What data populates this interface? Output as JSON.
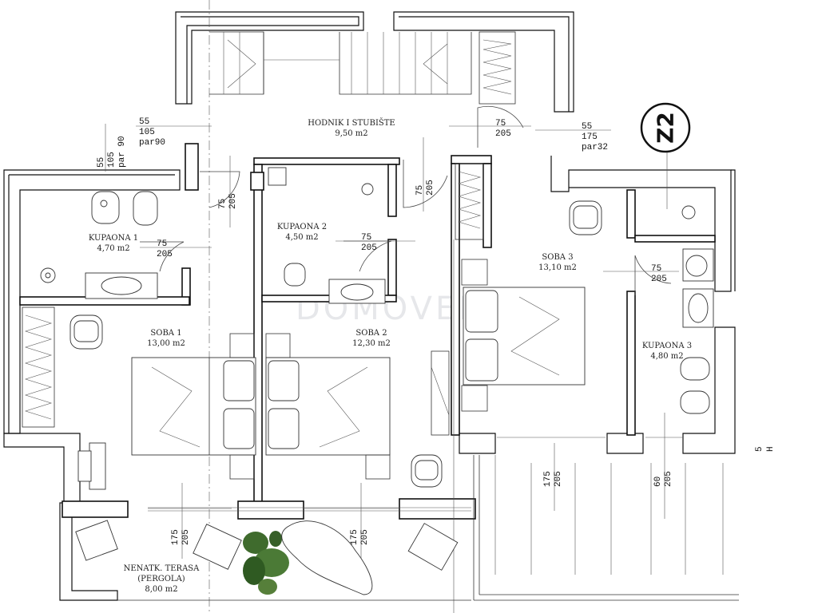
{
  "plan_label": "Z2",
  "watermark": "DOMOVEDA",
  "rooms": {
    "hodnik": {
      "name": "HODNIK I STUBIŠTE",
      "area": "9,50 m2"
    },
    "kupaona1": {
      "name": "KUPAONA 1",
      "area": "4,70 m2"
    },
    "kupaona2": {
      "name": "KUPAONA 2",
      "area": "4,50 m2"
    },
    "kupaona3": {
      "name": "KUPAONA 3",
      "area": "4,80 m2"
    },
    "soba1": {
      "name": "SOBA 1",
      "area": "13,00 m2"
    },
    "soba2": {
      "name": "SOBA 2",
      "area": "12,30 m2"
    },
    "soba3": {
      "name": "SOBA 3",
      "area": "13,10 m2"
    },
    "terasa": {
      "line1": "NENATK. TERASA",
      "line2": "(PERGOLA)",
      "area": "8,00 m2"
    }
  },
  "window_left": {
    "w": "55",
    "h": "105",
    "par": "par90"
  },
  "window_left_vertical": {
    "w": "55",
    "h": "105",
    "par": "par 90"
  },
  "window_right": {
    "w": "55",
    "h": "175",
    "par": "par32"
  },
  "doors": {
    "kup1": {
      "w": "75",
      "h": "205"
    },
    "kup1_entry": {
      "w": "75",
      "h": "205"
    },
    "kup2": {
      "w": "75",
      "h": "205"
    },
    "hodnik_mid": {
      "w": "75",
      "h": "205"
    },
    "hodnik_right": {
      "w": "75",
      "h": "205"
    },
    "kup3": {
      "w": "75",
      "h": "205"
    },
    "soba1_terrace": {
      "w": "175",
      "h": "205"
    },
    "soba2_terrace": {
      "w": "175",
      "h": "205"
    },
    "soba3_terrace": {
      "w": "175",
      "h": "205"
    },
    "kup3_window": {
      "w": "60",
      "h": "205"
    }
  },
  "side_mark": {
    "a": "5",
    "b": "H"
  }
}
